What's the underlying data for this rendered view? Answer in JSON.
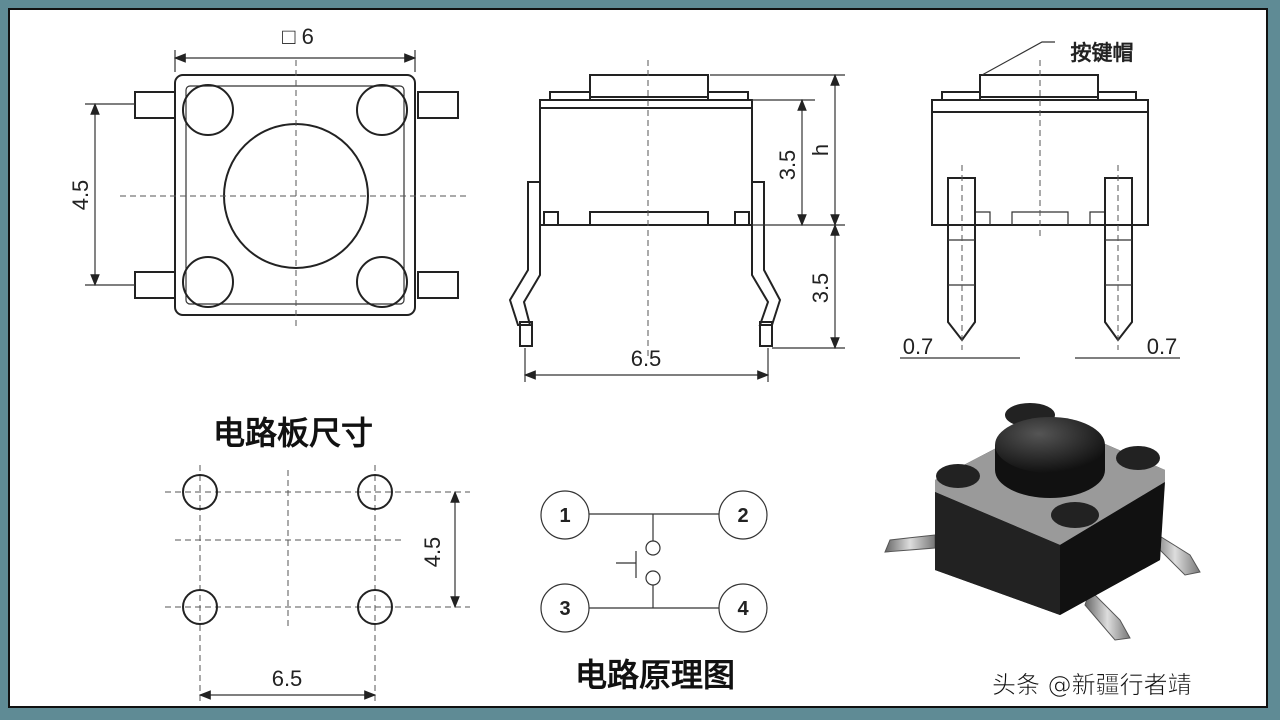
{
  "top_view": {
    "width_label": "□ 6",
    "height_label": "4.5"
  },
  "side_view": {
    "body_height_label": "3.5",
    "total_height_label": "h",
    "pin_length_label": "3.5",
    "pin_span_label": "6.5"
  },
  "front_view": {
    "cap_label": "按键帽",
    "pin_width_left": "0.7",
    "pin_width_right": "0.7"
  },
  "pcb_layout": {
    "title": "电路板尺寸",
    "height_label": "4.5",
    "width_label": "6.5"
  },
  "schematic": {
    "title": "电路原理图",
    "pins": [
      "1",
      "2",
      "3",
      "4"
    ]
  },
  "watermark": "头条 @新疆行者靖",
  "colors": {
    "frame": "#5f8b95",
    "background": "#ffffff",
    "line": "#222222"
  }
}
